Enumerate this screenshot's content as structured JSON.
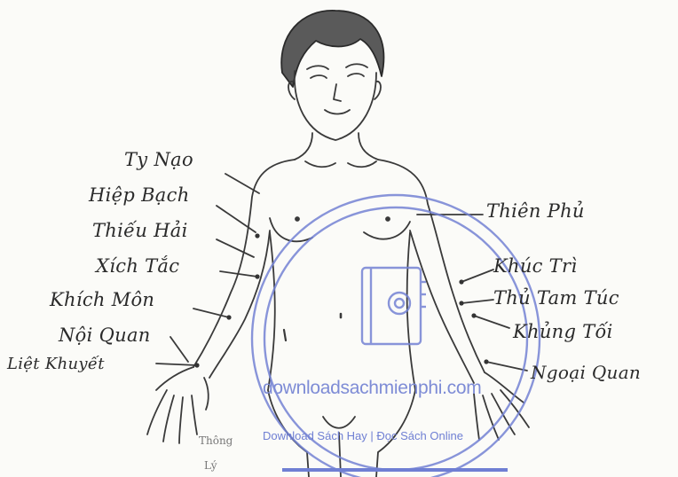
{
  "labels": {
    "ty_nao": "Ty Nạo",
    "hiep_bach": "Hiệp Bạch",
    "thieu_hai": "Thiếu Hải",
    "xich_trach": "Xích Tắc",
    "khich_mon": "Khích Môn",
    "noi_quan": "Nội Quan",
    "liet_khuyet": "Liệt Khuyết",
    "thien_phu": "Thiên Phủ",
    "khuc_tri": "Khúc Trì",
    "thu_tam_ly": "Thủ Tam Túc",
    "khung_toi": "Khủng Tối",
    "ngoai_quan": "Ngoại Quan",
    "thong_ly_1": "Thông",
    "thong_ly_2": "Lý"
  },
  "watermark": {
    "site": "downloadsachmienphi.com",
    "tagline": "Download Sách Hay | Đọc Sách Online",
    "icon": "book-at-icon",
    "color": "#6f7fd3"
  }
}
